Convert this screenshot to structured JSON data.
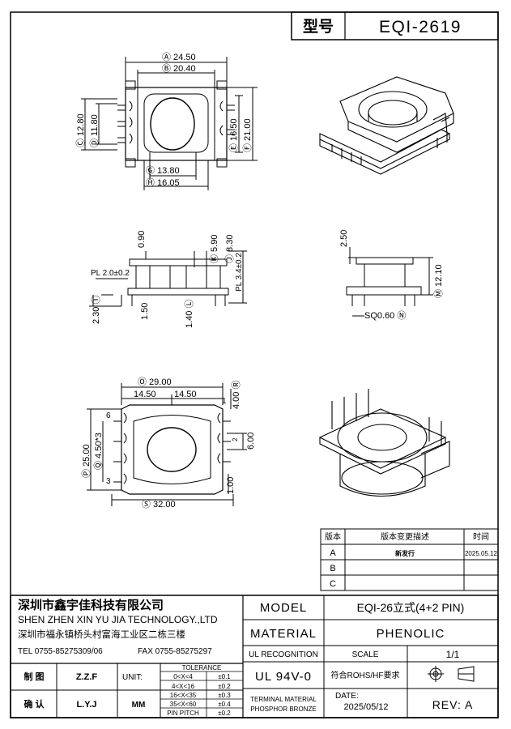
{
  "header": {
    "model_label": "型号",
    "model_value": "EQI-2619"
  },
  "dims_top": {
    "a": "Ⓐ 24.50",
    "b": "Ⓑ 20.40",
    "c": "Ⓒ 12.80",
    "d": "Ⓓ 11.80",
    "e": "Ⓔ 16.50",
    "f": "Ⓕ 21.00",
    "g": "Ⓖ 13.80",
    "h": "Ⓗ 16.05"
  },
  "dims_side": {
    "t090": "0.90",
    "k": "Ⓚ 5.90",
    "j": "Ⓙ 8.30",
    "pl2": "PL 2.0±0.2",
    "pl34": "PL 3.4±0.2",
    "i": "2.30 Ⓘ",
    "t150": "1.50",
    "l": "1.40 Ⓛ"
  },
  "dims_right_side": {
    "t250": "2.50",
    "m": "Ⓜ 12.10",
    "n": "SQ0.60 Ⓝ"
  },
  "dims_bottom": {
    "o": "Ⓞ 29.00",
    "half1": "14.50",
    "half2": "14.50",
    "r": "4.00 Ⓡ",
    "p": "Ⓟ 25.00",
    "q": "Ⓠ 4.50*3",
    "t600": "6.00",
    "t100": "1.00",
    "s": "Ⓢ 32.00",
    "pin1": "1",
    "pin2": "2",
    "pin3": "3",
    "pin6": "6"
  },
  "revision": {
    "col_ver": "版本",
    "col_desc": "版本变更描述",
    "col_time": "时间",
    "rows": [
      {
        "ver": "A",
        "desc": "新发行",
        "time": "2025.05.12"
      },
      {
        "ver": "B",
        "desc": "",
        "time": ""
      },
      {
        "ver": "C",
        "desc": "",
        "time": ""
      }
    ]
  },
  "title_block": {
    "company_cn": "深圳市鑫宇佳科技有限公司",
    "company_en": "SHEN ZHEN XIN YU JIA TECHNOLOGY.,LTD",
    "address": "深圳市福永镇桥头村富海工业区二栋三楼",
    "tel": "TEL 0755-85275309/06",
    "fax": "FAX 0755-85275297",
    "model_label": "MODEL",
    "model_value": "EQI-26立式(4+2 PIN)",
    "material_label": "MATERIAL",
    "material_value": "PHENOLIC",
    "ul_label": "UL RECOGNITION",
    "scale_label": "SCALE",
    "scale_value": "1/1",
    "ul_value": "UL 94V-0",
    "rohs": "符合ROHS/HF要求",
    "draw_label": "制 图",
    "draw_name": "Z.Z.F",
    "unit_label": "UNIT:",
    "unit_value": "MM",
    "check_label": "确 认",
    "check_name": "L.Y.J",
    "tolerance_title": "TOLERANCE",
    "tolerances": [
      {
        "range": "0<X<4",
        "value": "±0.1"
      },
      {
        "range": "4<X<16",
        "value": "±0.2"
      },
      {
        "range": "16<X<35",
        "value": "±0.3"
      },
      {
        "range": "35<X<60",
        "value": "±0.4"
      },
      {
        "range": "PIN PITCH",
        "value": "±0.2"
      }
    ],
    "terminal_material_1": "TERMINAL MATERIAL",
    "terminal_material_2": "PHOSPHOR BRONZE",
    "date_label": "DATE:",
    "date_value": "2025/05/12",
    "rev": "REV: A"
  }
}
